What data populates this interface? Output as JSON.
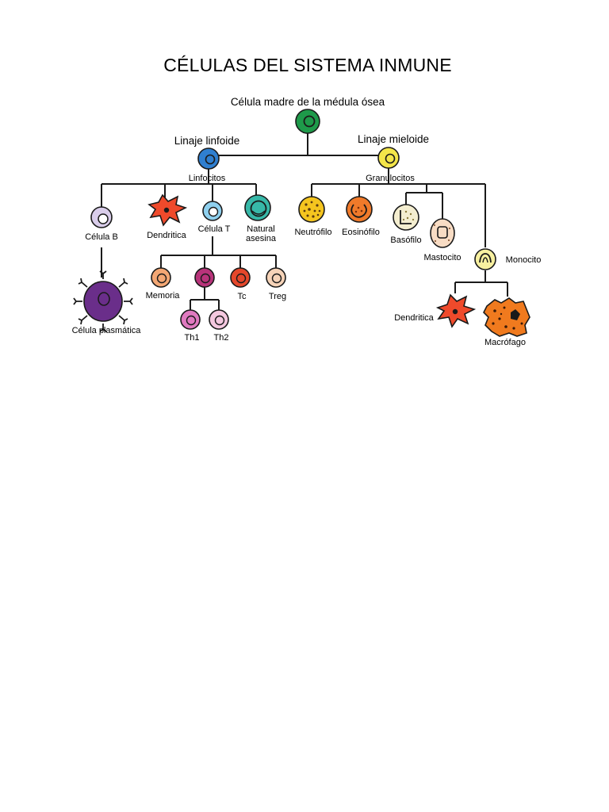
{
  "title": "CÉLULAS DEL SISTEMA INMUNE",
  "root": "Célula madre de la médula ósea",
  "lineages": {
    "lymphoid": "Linaje linfoide",
    "myeloid": "Linaje mieloide"
  },
  "groups": {
    "lymphocytes": "Linfocitos",
    "granulocytes": "Granulocitos"
  },
  "cells": {
    "b_cell": "Célula B",
    "dendritic_lymphoid": "Dendritica",
    "t_cell": "Célula T",
    "nk_line1": "Natural",
    "nk_line2": "asesina",
    "plasma_cell": "Célula plasmática",
    "memory": "Memoria",
    "tc": "Tc",
    "treg": "Treg",
    "th1": "Th1",
    "th2": "Th2",
    "neutrophil": "Neutrófilo",
    "eosinophil": "Eosinófilo",
    "basophil": "Basófilo",
    "mast_cell": "Mastocito",
    "monocyte": "Monocito",
    "dendritic_myeloid": "Dendritica",
    "macrophage": "Macrófago"
  },
  "colors": {
    "stem": "#1e9a4a",
    "lymphoid": "#2f7fd0",
    "myeloid": "#f3e64a",
    "b_cell": "#d9cdea",
    "dendritic": "#ef4a2b",
    "t_cell": "#8fd0ee",
    "nk": "#37b8a8",
    "plasma": "#6a2e8a",
    "memory": "#f3a774",
    "th": "#b8337a",
    "tc": "#e4472b",
    "treg": "#f6d3b8",
    "th1": "#e07ac0",
    "th2": "#f4c8df",
    "neutrophil": "#f5c51f",
    "eosinophil": "#f07a2a",
    "basophil": "#f4eed0",
    "mast": "#f8dcc4",
    "monocyte": "#f7f0a0",
    "macrophage": "#f07a1e"
  }
}
